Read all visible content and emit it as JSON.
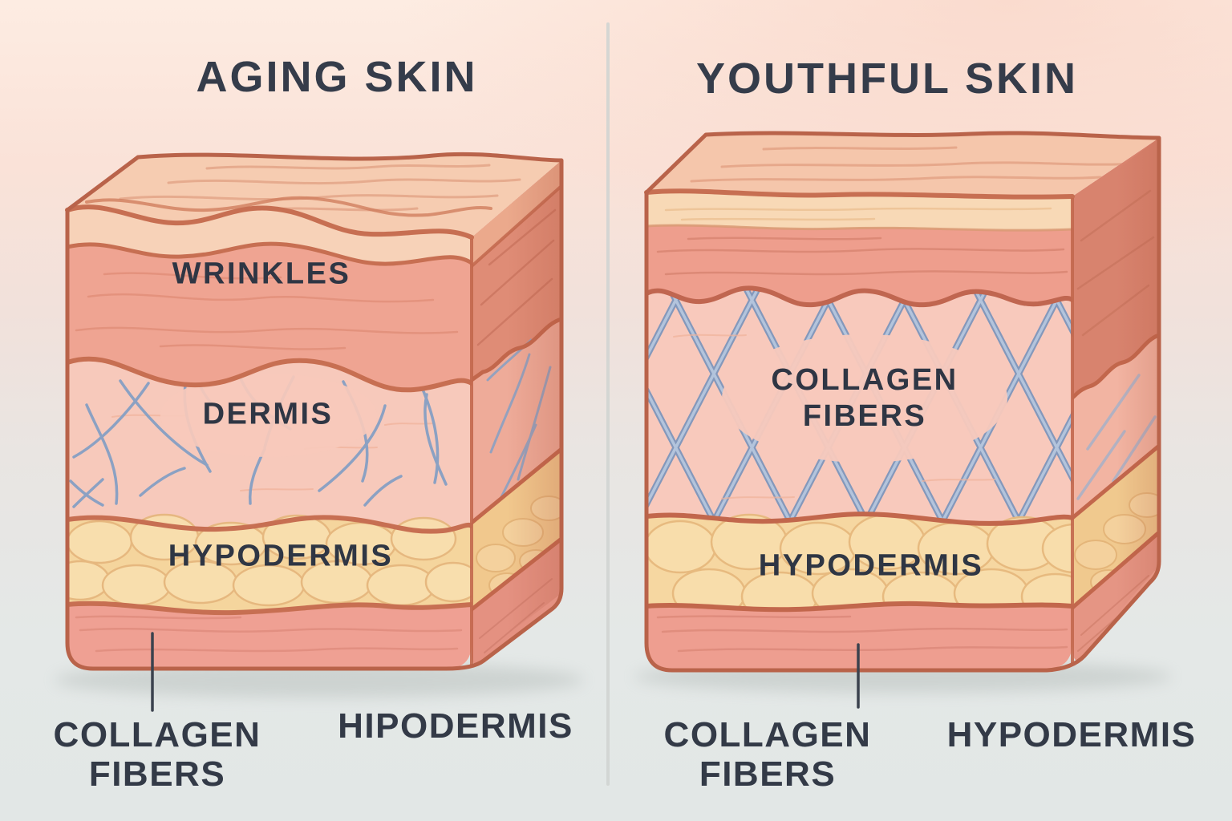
{
  "diagram": {
    "left": {
      "title": "AGING SKIN",
      "layers": {
        "epidermis": "WRINKLES",
        "dermis": "DERMIS",
        "hypodermis": "HYPODERMIS"
      },
      "callouts": {
        "collagen": {
          "line1": "COLLAGEN",
          "line2": "FIBERS"
        },
        "hypodermis": "HIPODERMIS"
      }
    },
    "right": {
      "title": "YOUTHFUL SKIN",
      "layers": {
        "dermis": {
          "line1": "COLLAGEN",
          "line2": "FIBERS"
        },
        "hypodermis": "HYPODERMIS"
      },
      "callouts": {
        "collagen": {
          "line1": "COLLAGEN",
          "line2": "FIBERS"
        },
        "hypodermis": "HYPODERMIS"
      }
    },
    "colors": {
      "title_text": "#353C4A",
      "label_text": "#2F3644",
      "outline_rust": "#C2674C",
      "epidermis_salmon": "#EE9E8D",
      "epidermis_cream": "#F8D9B6",
      "dermis_pink": "#F8C9BC",
      "fat_yellow": "#F6D7A1",
      "muscle_salmon": "#EE9E90",
      "collagen_fiber_blue": "#8FA5C5",
      "background_top": "#FDECE2",
      "background_bottom": "#E2E7E6",
      "divider_gray": "#D0D4D2",
      "leader_line": "#3B424E"
    }
  }
}
